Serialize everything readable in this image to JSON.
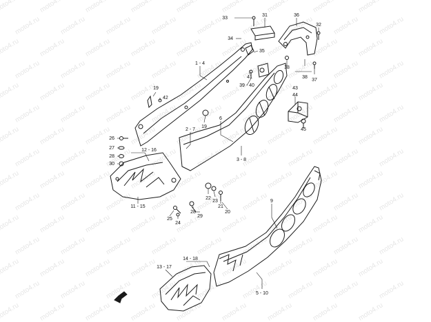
{
  "watermark": {
    "text": "moto4.ru"
  },
  "parts": {
    "p1_4": "1 - 4",
    "p2_7": "2 - 7",
    "p3_8": "3 - 8",
    "p5_10": "5 - 10",
    "p6": "6",
    "p9": "9",
    "p11_15": "11 - 15",
    "p12_16": "12 - 16",
    "p13_17": "13 - 17",
    "p14_18": "14 - 18",
    "p19a": "19",
    "p19b": "19",
    "p20": "20",
    "p21": "21",
    "p22": "22",
    "p23": "23",
    "p24": "24",
    "p25": "25",
    "p26": "26",
    "p27": "27",
    "p28a": "28",
    "p28b": "28",
    "p29": "29",
    "p30": "30",
    "p31": "31",
    "p32": "32",
    "p33": "33",
    "p34": "34",
    "p35": "35",
    "p36": "36",
    "p37": "37",
    "p38a": "38",
    "p38b": "38",
    "p39_40": "39 - 40",
    "p41": "41",
    "p42": "42",
    "p43": "43",
    "p44": "44",
    "p45": "45"
  }
}
